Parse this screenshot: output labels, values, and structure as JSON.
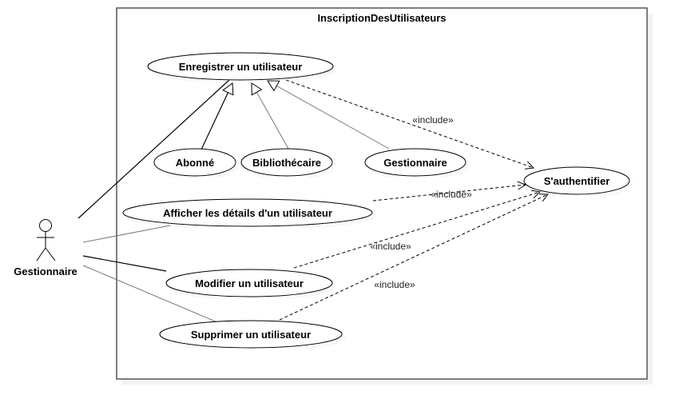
{
  "system": {
    "title": "InscriptionDesUtilisateurs"
  },
  "actor": {
    "name": "Gestionnaire"
  },
  "use_cases": {
    "enregistrer": "Enregistrer un utilisateur",
    "abonne": "Abonné",
    "bibliothecaire": "Bibliothécaire",
    "gestionnaire": "Gestionnaire",
    "authentifier": "S'authentifier",
    "afficher": "Afficher les détails d'un utilisateur",
    "modifier": "Modifier un utilisateur",
    "supprimer": "Supprimer un utilisateur"
  },
  "relations": {
    "include_label": "«include»"
  }
}
